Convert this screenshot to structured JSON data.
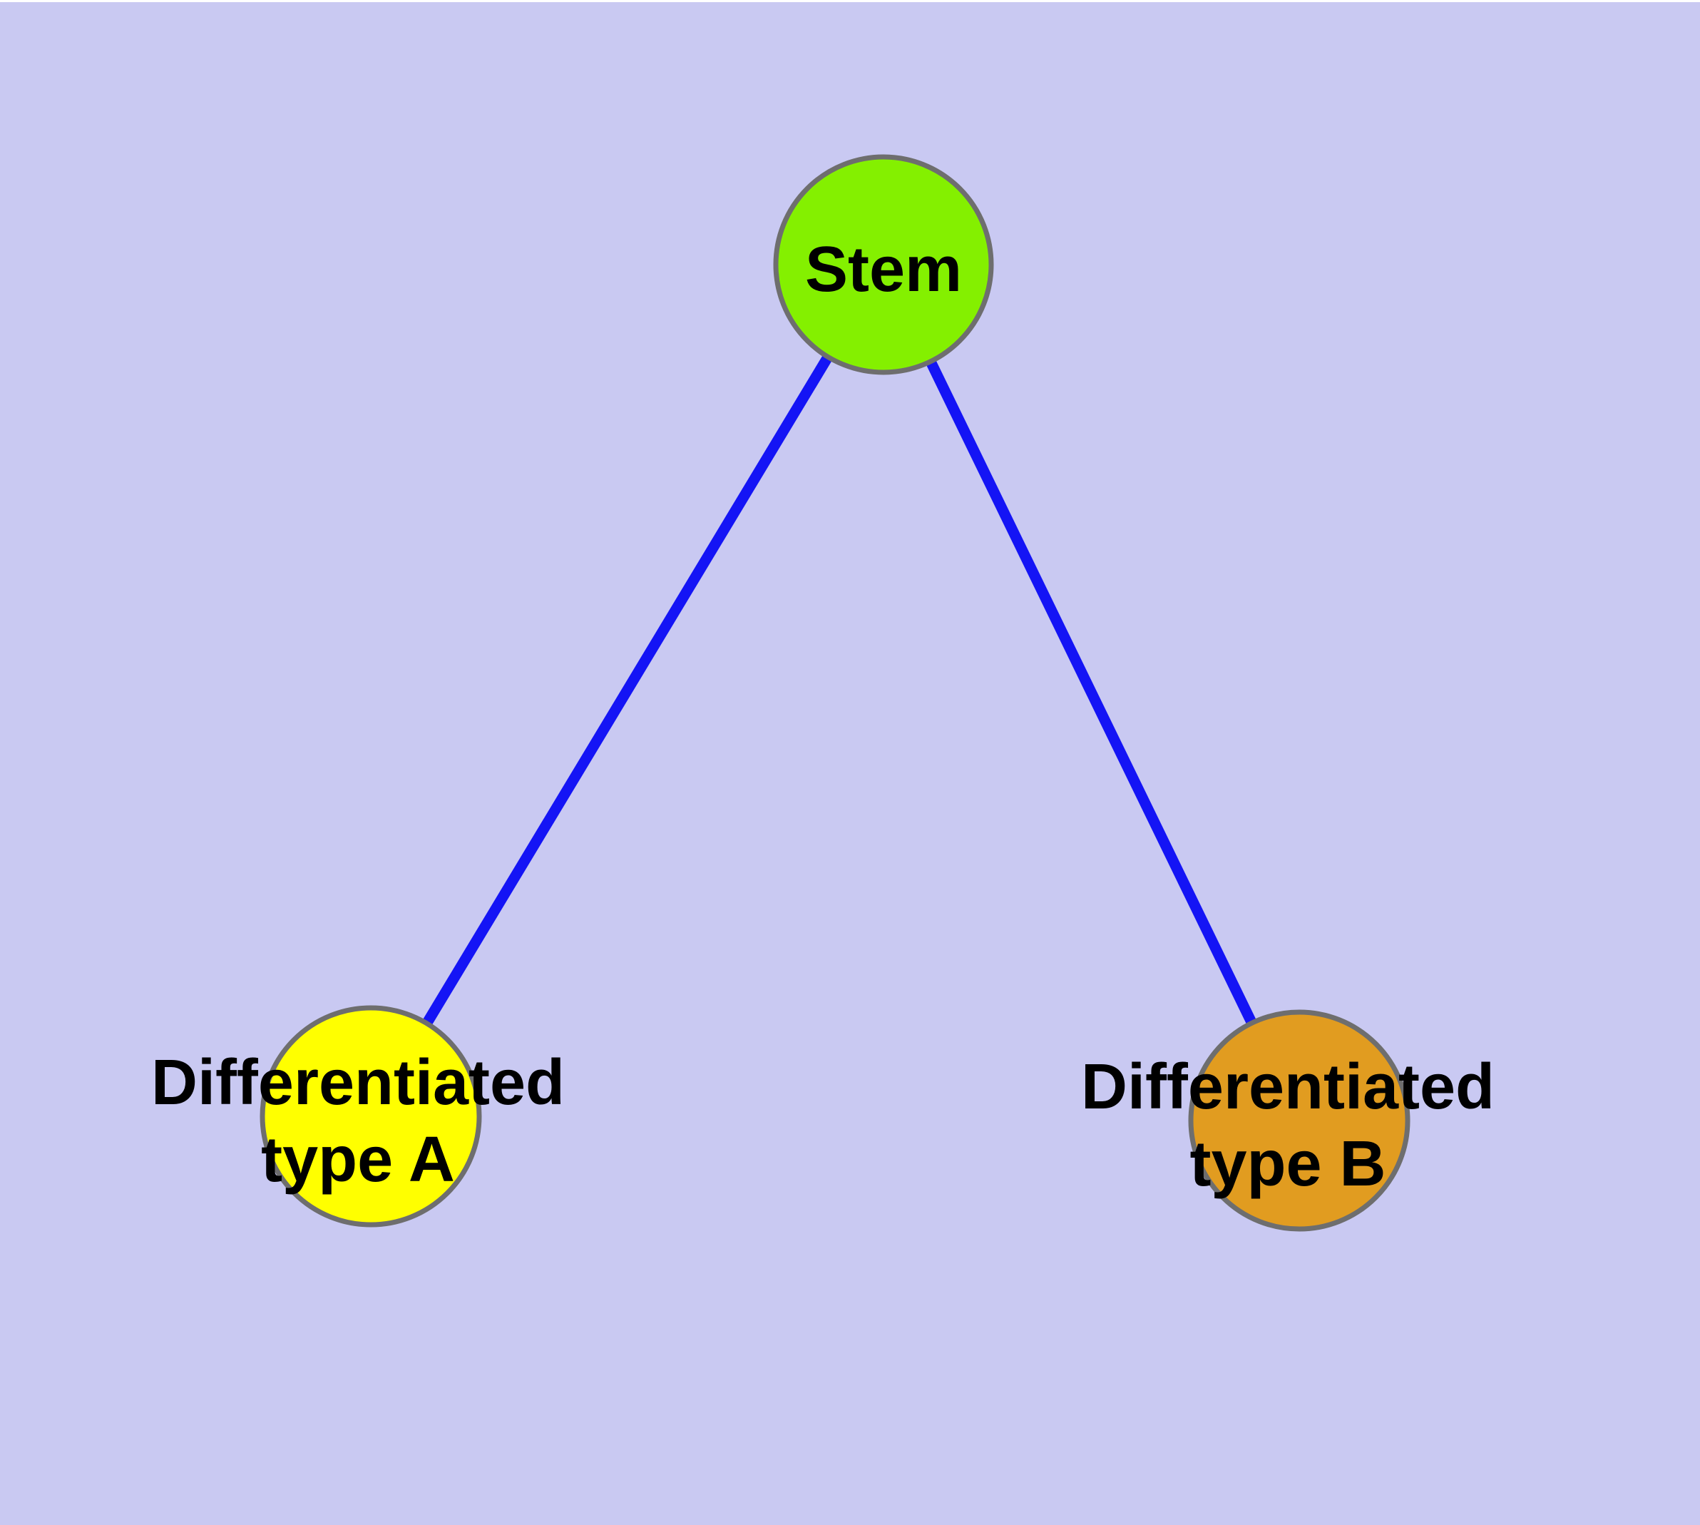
{
  "diagram": {
    "title": "cell differentiation graph",
    "background_color": "#c9c9f2",
    "top_margin_color": "#ffffff",
    "edge_color": "#1414f5",
    "node_border_color": "#6e6e6e",
    "label_color": "#000000",
    "nodes": [
      {
        "id": "stem",
        "label_lines": [
          "Stem",
          ""
        ],
        "color": "#84f000"
      },
      {
        "id": "diff-a",
        "label_lines": [
          "Differentiated",
          "type A"
        ],
        "color": "#ffff00"
      },
      {
        "id": "diff-b",
        "label_lines": [
          "Differentiated",
          "type B"
        ],
        "color": "#e19c20"
      }
    ],
    "edges": [
      {
        "from": "stem",
        "to": "diff-a"
      },
      {
        "from": "stem",
        "to": "diff-b"
      }
    ]
  }
}
